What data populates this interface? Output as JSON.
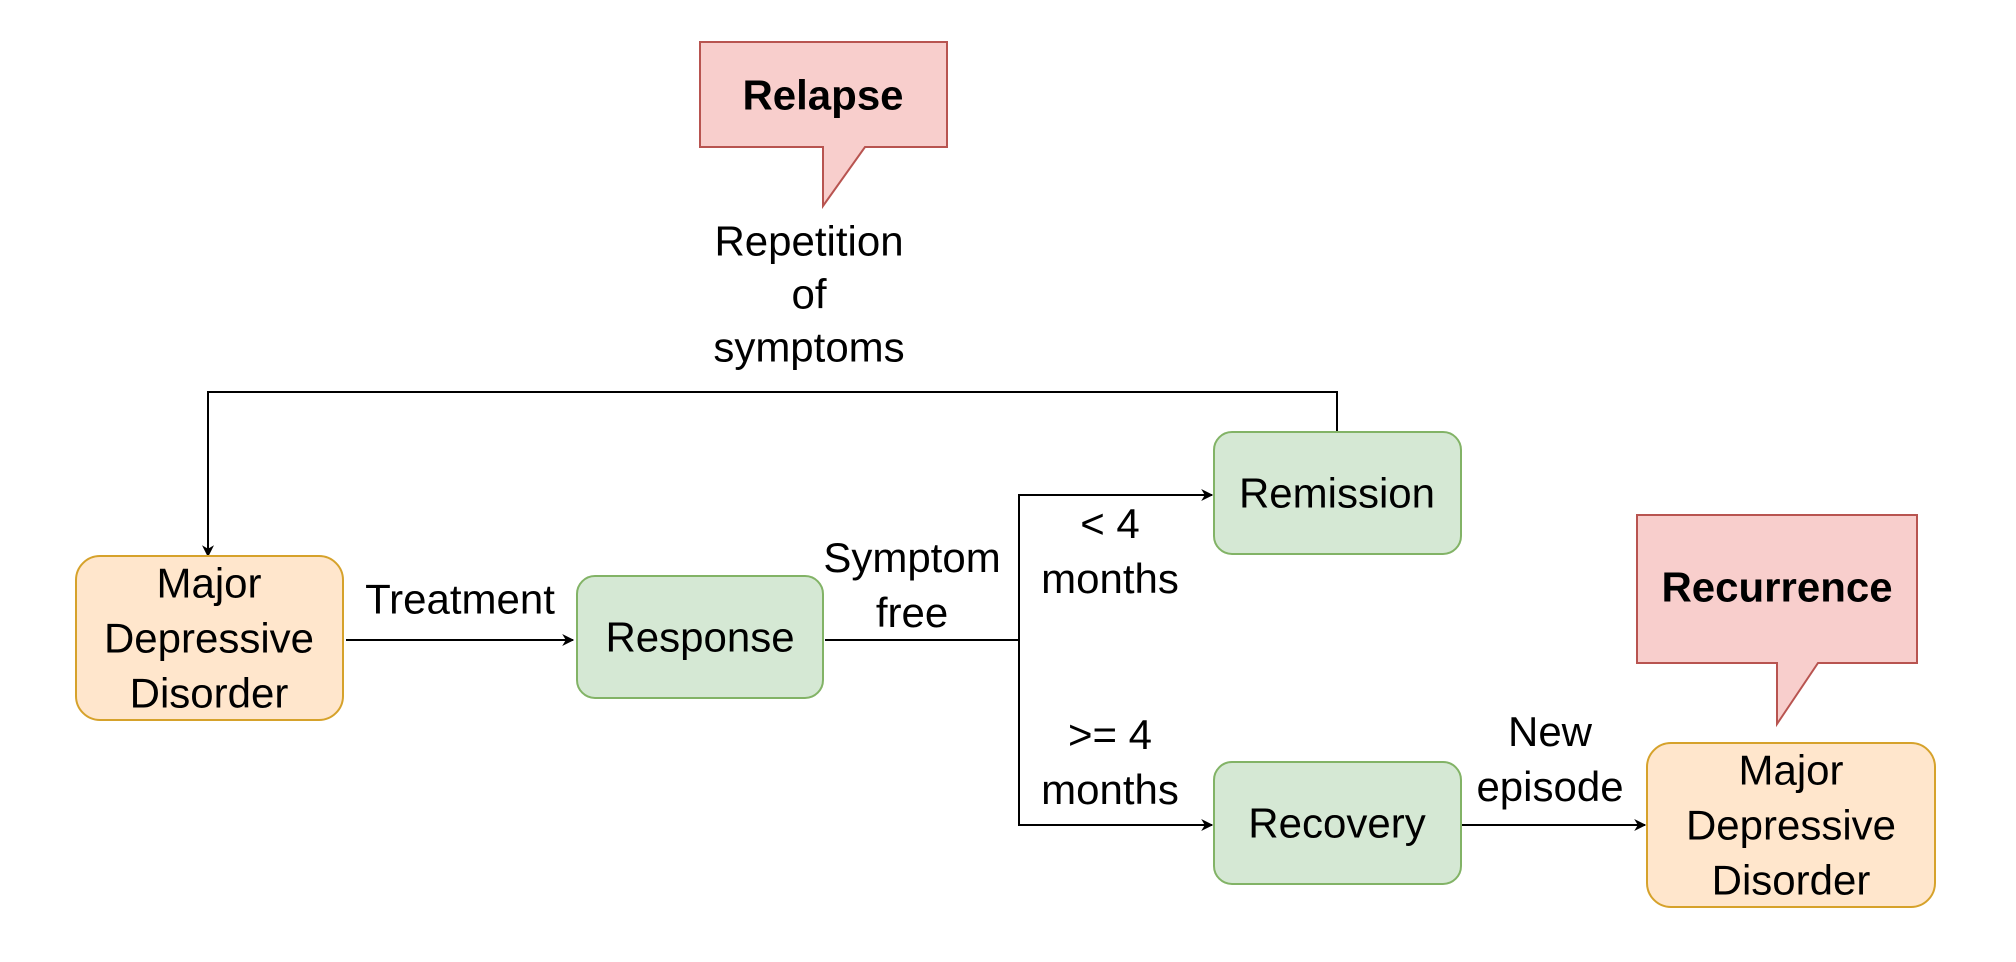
{
  "colors": {
    "orange_fill": "#ffe6cc",
    "orange_stroke": "#d6a22b",
    "green_fill": "#d5e8d4",
    "green_stroke": "#82b366",
    "red_fill": "#f8cecc",
    "red_stroke": "#b85450",
    "line": "#000000"
  },
  "nodes": {
    "mdd_start": {
      "lines": [
        "Major",
        "Depressive",
        "Disorder"
      ]
    },
    "response": {
      "lines": [
        "Response"
      ]
    },
    "remission": {
      "lines": [
        "Remission"
      ]
    },
    "recovery": {
      "lines": [
        "Recovery"
      ]
    },
    "mdd_end": {
      "lines": [
        "Major",
        "Depressive",
        "Disorder"
      ]
    }
  },
  "edges": {
    "treatment": {
      "lines": [
        "Treatment"
      ]
    },
    "symptom_free": {
      "lines": [
        "Symptom",
        "free"
      ]
    },
    "lt4": {
      "lines": [
        "< 4",
        "months"
      ]
    },
    "ge4": {
      "lines": [
        ">= 4",
        "months"
      ]
    },
    "new_episode": {
      "lines": [
        "New",
        "episode"
      ]
    },
    "repetition": {
      "lines": [
        "Repetition",
        "of",
        "symptoms"
      ]
    }
  },
  "callouts": {
    "relapse": {
      "label": "Relapse"
    },
    "recurrence": {
      "label": "Recurrence"
    }
  }
}
